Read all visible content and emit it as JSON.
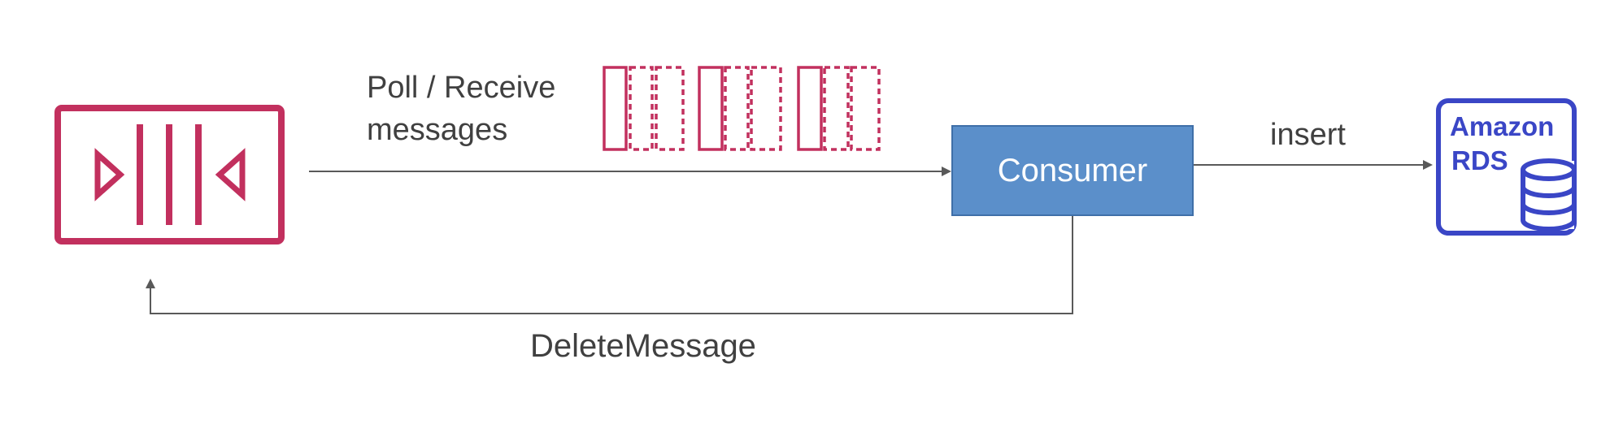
{
  "labels": {
    "poll_line1": "Poll / Receive",
    "poll_line2": "messages",
    "insert": "insert",
    "delete": "DeleteMessage",
    "consumer": "Consumer",
    "rds_line1": "Amazon",
    "rds_line2": "RDS"
  },
  "icons": {
    "queue": "sqs-queue-icon",
    "rds": "amazon-rds-icon",
    "messages": "message-batch-icon"
  },
  "colors": {
    "queue": "#c2305e",
    "consumer_fill": "#5b8fca",
    "rds": "#3a46c6",
    "arrows": "#595959",
    "text": "#404040"
  }
}
